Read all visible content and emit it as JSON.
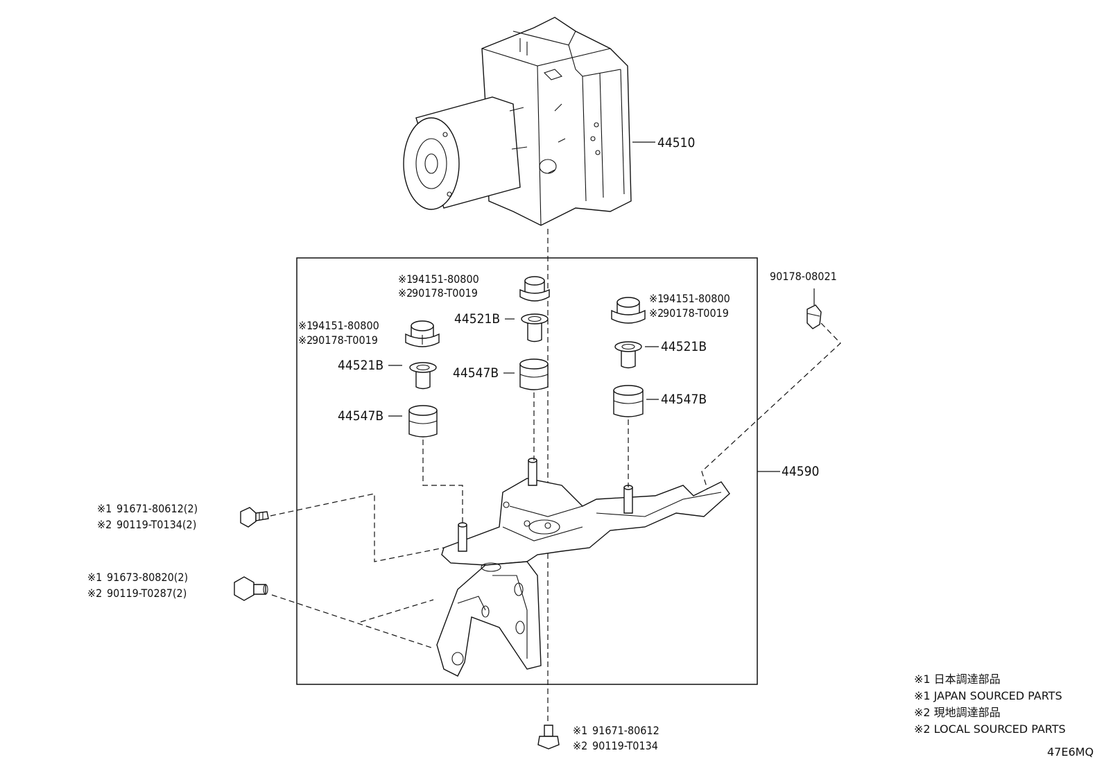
{
  "parts": {
    "actuator": "44510",
    "bracket": "44590",
    "clip": "90178-08021",
    "cushion_top": {
      "jp": "94151-80800",
      "local": "90178-T0019"
    },
    "cushion_left": {
      "jp": "94151-80800",
      "local": "90178-T0019"
    },
    "cushion_right": {
      "jp": "94151-80800",
      "local": "90178-T0019"
    },
    "collar_center": "44521B",
    "collar_left": "44521B",
    "collar_right": "44521B",
    "grommet_center": "44547B",
    "grommet_left": "44547B",
    "grommet_right": "44547B",
    "bolt_a": {
      "jp": "91671-80612(2)",
      "local": "90119-T0134(2)"
    },
    "bolt_b": {
      "jp": "91673-80820(2)",
      "local": "90119-T0287(2)"
    },
    "bolt_bottom": {
      "jp": "91671-80612",
      "local": "90119-T0134"
    }
  },
  "marks": {
    "m1": "※1",
    "m2": "※2"
  },
  "legend": {
    "l1": "※1 日本調達部品",
    "l2": "※1 JAPAN SOURCED PARTS",
    "l3": "※2 現地調達部品",
    "l4": "※2 LOCAL SOURCED PARTS"
  },
  "illustration_code": "47E6MQ"
}
